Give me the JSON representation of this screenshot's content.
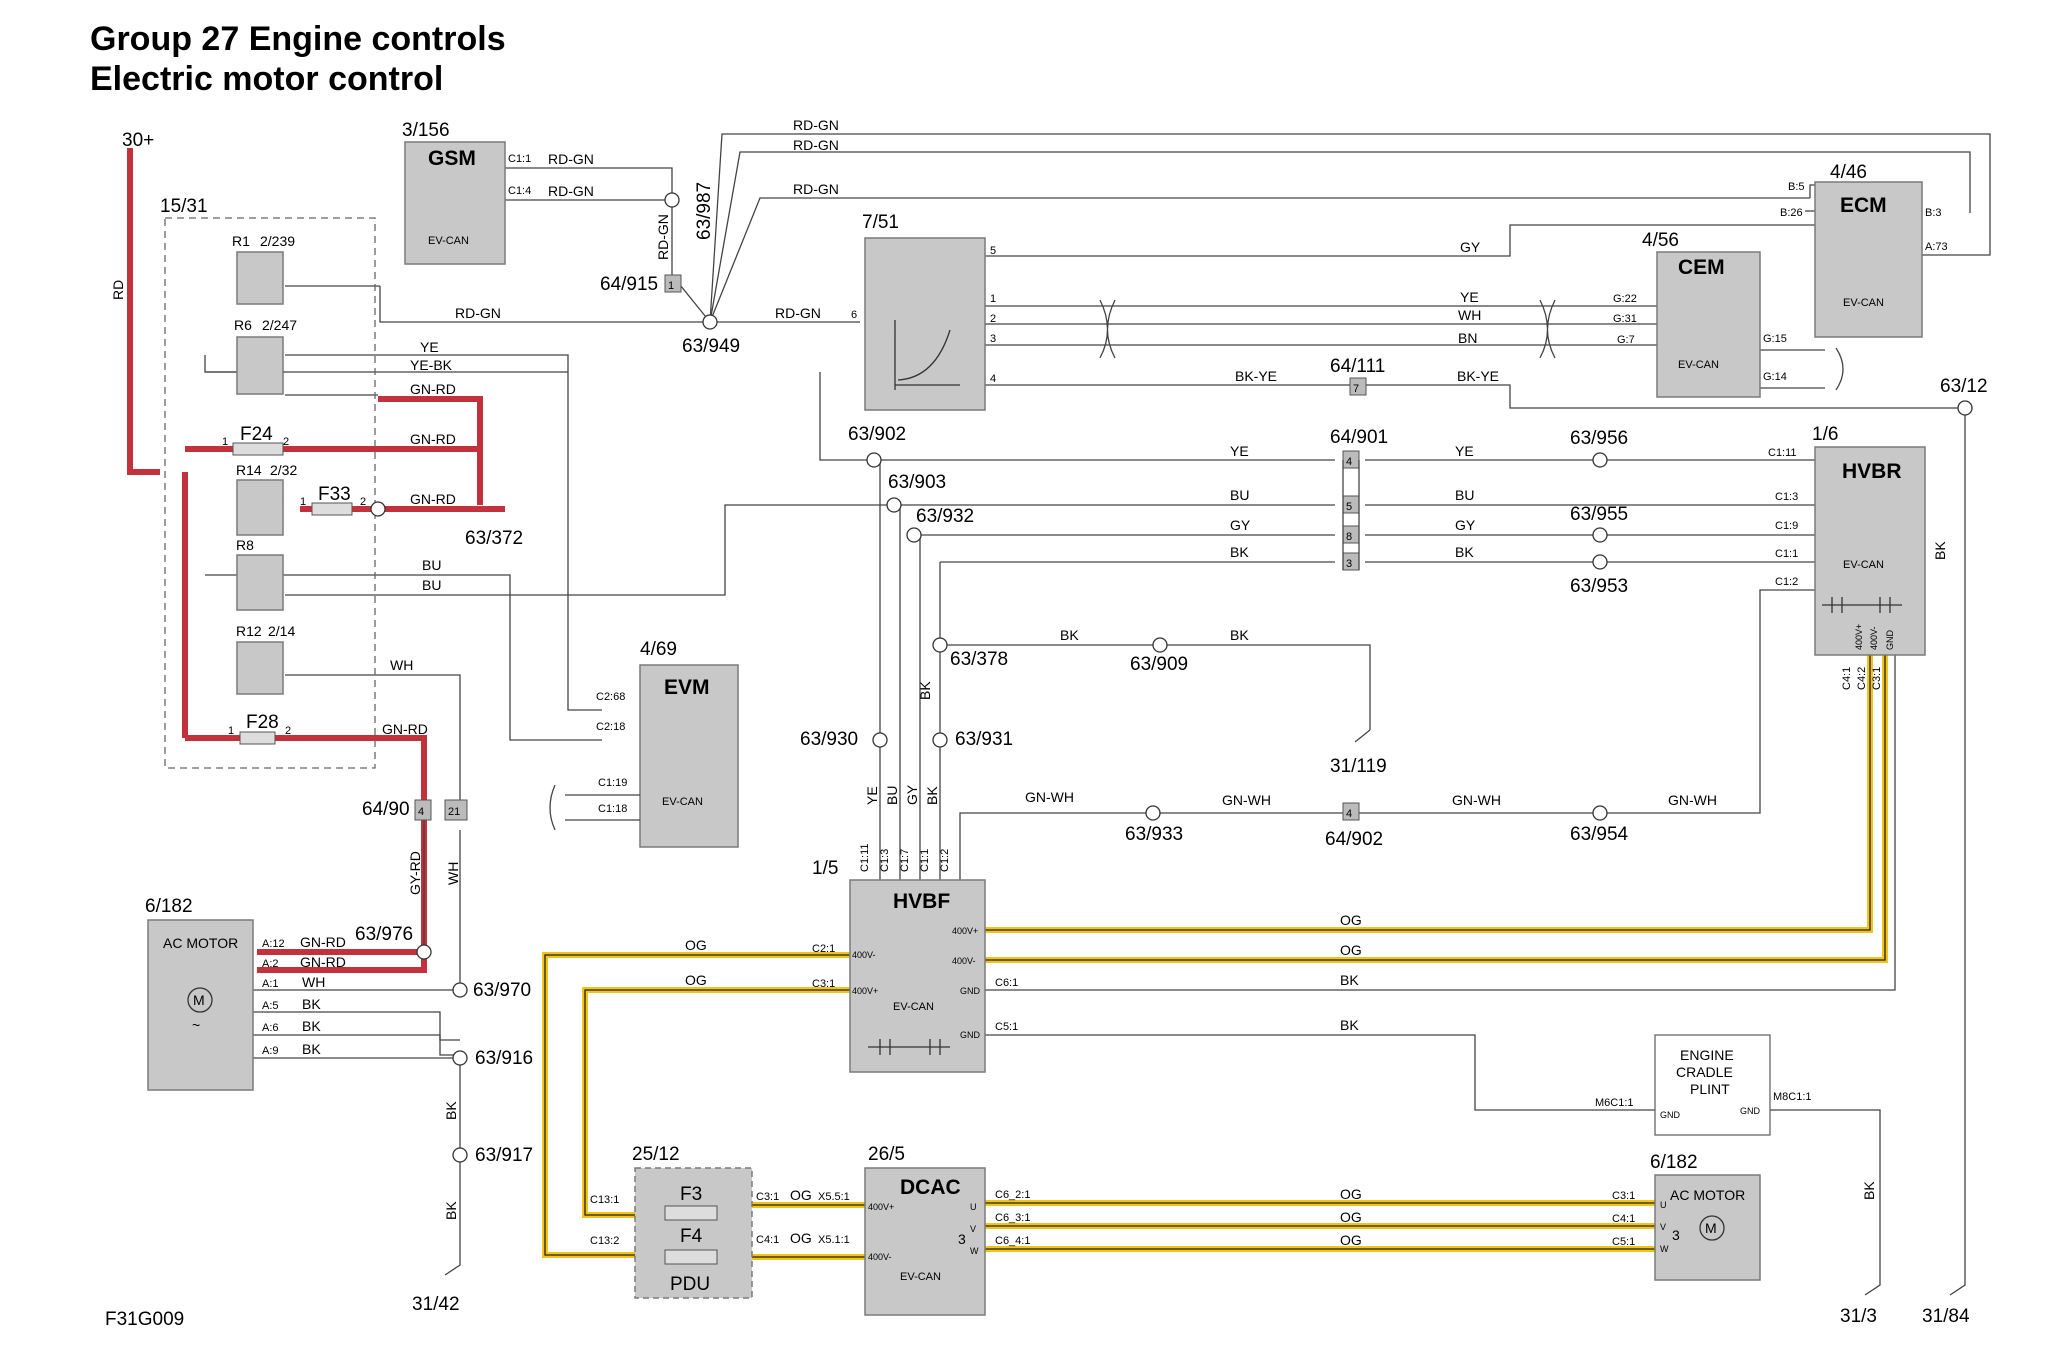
{
  "header": {
    "title_line1": "Group 27 Engine controls",
    "title_line2": "Electric motor control"
  },
  "footer_code": "F31G009",
  "components": {
    "gsm": {
      "id": "3/156",
      "name": "GSM",
      "bus": "EV-CAN",
      "pins": [
        "C1:1",
        "C1:4"
      ]
    },
    "ecm": {
      "id": "4/46",
      "name": "ECM",
      "bus": "EV-CAN",
      "pins": [
        "B:5",
        "B:26",
        "B:3",
        "A:73"
      ]
    },
    "cem": {
      "id": "4/56",
      "name": "CEM",
      "bus": "EV-CAN",
      "pins": [
        "G:22",
        "G:31",
        "G:7",
        "G:15",
        "G:14"
      ]
    },
    "sensor": {
      "id": "7/51",
      "pins": [
        "5",
        "6",
        "1",
        "2",
        "3",
        "4"
      ]
    },
    "fusebox": {
      "id": "15/31"
    },
    "relays": [
      {
        "name": "R1",
        "id": "2/239"
      },
      {
        "name": "R6",
        "id": "2/247"
      },
      {
        "name": "R14",
        "id": "2/32"
      },
      {
        "name": "R8",
        "id": ""
      },
      {
        "name": "R12",
        "id": "2/14"
      }
    ],
    "fuses": [
      {
        "name": "F24",
        "p1": "1",
        "p2": "2"
      },
      {
        "name": "F33",
        "p1": "1",
        "p2": "2"
      },
      {
        "name": "F28",
        "p1": "1",
        "p2": "2"
      }
    ],
    "evm": {
      "id": "4/69",
      "name": "EVM",
      "bus": "EV-CAN",
      "pins": [
        "C2:68",
        "C2:18",
        "C1:19",
        "C1:18"
      ]
    },
    "hvbr": {
      "id": "1/6",
      "name": "HVBR",
      "bus": "EV-CAN",
      "pins": [
        "C1:11",
        "C1:3",
        "C1:9",
        "C1:1",
        "C1:2",
        "C4:1",
        "C4:2",
        "C3:1"
      ],
      "pin_marks": [
        "400V+",
        "400V-",
        "GND"
      ]
    },
    "hvbf": {
      "id": "1/5",
      "name": "HVBF",
      "bus": "EV-CAN",
      "top_pins": [
        "C1:11",
        "C1:3",
        "C1:7",
        "C1:1",
        "C1:2"
      ],
      "pins": [
        "C2:1",
        "C3:1",
        "C6:1",
        "C5:1"
      ],
      "pin_marks": [
        "400V+",
        "400V-",
        "400V-",
        "400V+",
        "GND",
        "GND"
      ]
    },
    "ac_motor_left": {
      "id": "6/182",
      "name": "AC MOTOR",
      "pins": [
        "A:12",
        "A:2",
        "A:1",
        "A:5",
        "A:6",
        "A:9"
      ]
    },
    "pdu": {
      "id": "25/12",
      "name": "PDU",
      "fuses": [
        "F3",
        "F4"
      ],
      "pins": [
        "C13:1",
        "C13:2",
        "C3:1",
        "C4:1"
      ]
    },
    "dcac": {
      "id": "26/5",
      "name": "DCAC",
      "bus": "EV-CAN",
      "pins": [
        "C6_2:1",
        "C6_3:1",
        "C6_4:1"
      ],
      "marks": [
        "400V+",
        "400V-",
        "U",
        "V",
        "W",
        "3"
      ]
    },
    "ac_motor_right": {
      "id": "6/182",
      "name": "AC MOTOR",
      "pins": [
        "C3:1",
        "C4:1",
        "C5:1"
      ],
      "marks": [
        "U",
        "V",
        "W",
        "3"
      ]
    },
    "cradle": {
      "name_l1": "ENGINE",
      "name_l2": "CRADLE",
      "name_l3": "PLINT",
      "pins": [
        "M6C1:1",
        "M8C1:1"
      ],
      "marks": [
        "GND",
        "GND"
      ]
    }
  },
  "connectors": [
    {
      "id": "64/915",
      "pin": "1"
    },
    {
      "id": "64/111",
      "pin": "7"
    },
    {
      "id": "64/901",
      "pins": [
        "4",
        "5",
        "8",
        "3"
      ]
    },
    {
      "id": "64/902",
      "pin": "4"
    },
    {
      "id": "64/90",
      "pins": [
        "4",
        "21"
      ]
    }
  ],
  "splices": [
    "63/987",
    "63/949",
    "63/372",
    "63/902",
    "63/903",
    "63/932",
    "63/956",
    "63/955",
    "63/953",
    "63/378",
    "63/909",
    "63/930",
    "63/931",
    "63/933",
    "63/954",
    "63/976",
    "63/970",
    "63/916",
    "63/917",
    "63/12"
  ],
  "grounds": [
    "31/119",
    "31/42",
    "31/3",
    "31/84"
  ],
  "supply": "30+",
  "wires": {
    "rd": "RD",
    "rdgn": "RD-GN",
    "gy": "GY",
    "ye": "YE",
    "wh": "WH",
    "bn": "BN",
    "bkye": "BK-YE",
    "yebk": "YE-BK",
    "gnrd": "GN-RD",
    "bu": "BU",
    "bk": "BK",
    "gnwh": "GN-WH",
    "og": "OG",
    "gyrd": "GY-RD",
    "x551": "X5.5:1",
    "x511": "X5.1:1"
  },
  "colors": {
    "power_wire": "#c2323c",
    "hv_wire": "#f2c418",
    "box_fill": "#c8c8c8"
  }
}
